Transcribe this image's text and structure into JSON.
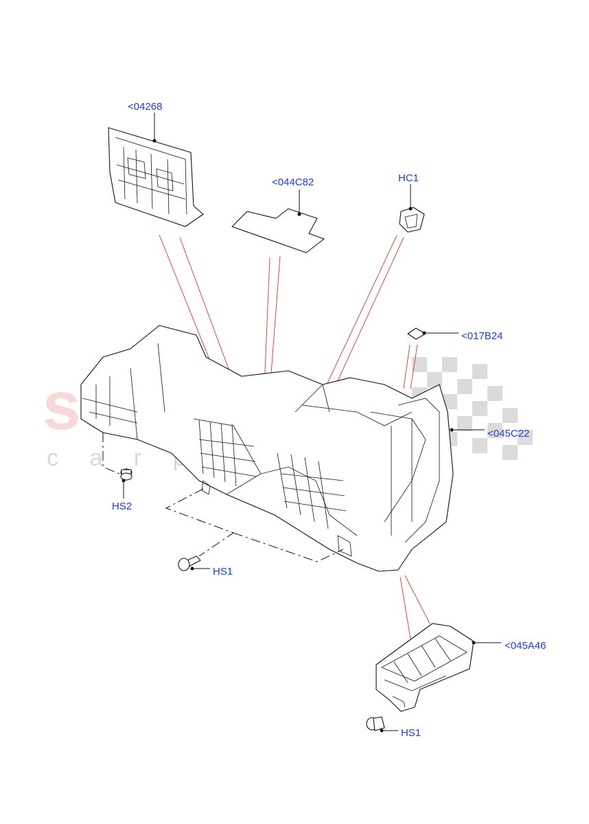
{
  "watermark": {
    "brand": "scuderia",
    "sub": "c a r   p a r t s"
  },
  "callouts": [
    {
      "id": "04268",
      "label": "<04268"
    },
    {
      "id": "044C82",
      "label": "<044C82"
    },
    {
      "id": "HC1",
      "label": "HC1"
    },
    {
      "id": "017B24",
      "label": "<017B24"
    },
    {
      "id": "045C22",
      "label": "<045C22"
    },
    {
      "id": "HS2",
      "label": "HS2"
    },
    {
      "id": "HS1a",
      "label": "HS1"
    },
    {
      "id": "045A46",
      "label": "<045A46"
    },
    {
      "id": "HS1b",
      "label": "HS1"
    }
  ],
  "colors": {
    "callout": "#1a3fd6",
    "leader_red": "#e8322c",
    "line": "#111111",
    "watermark_red": "#f2b8bd"
  }
}
